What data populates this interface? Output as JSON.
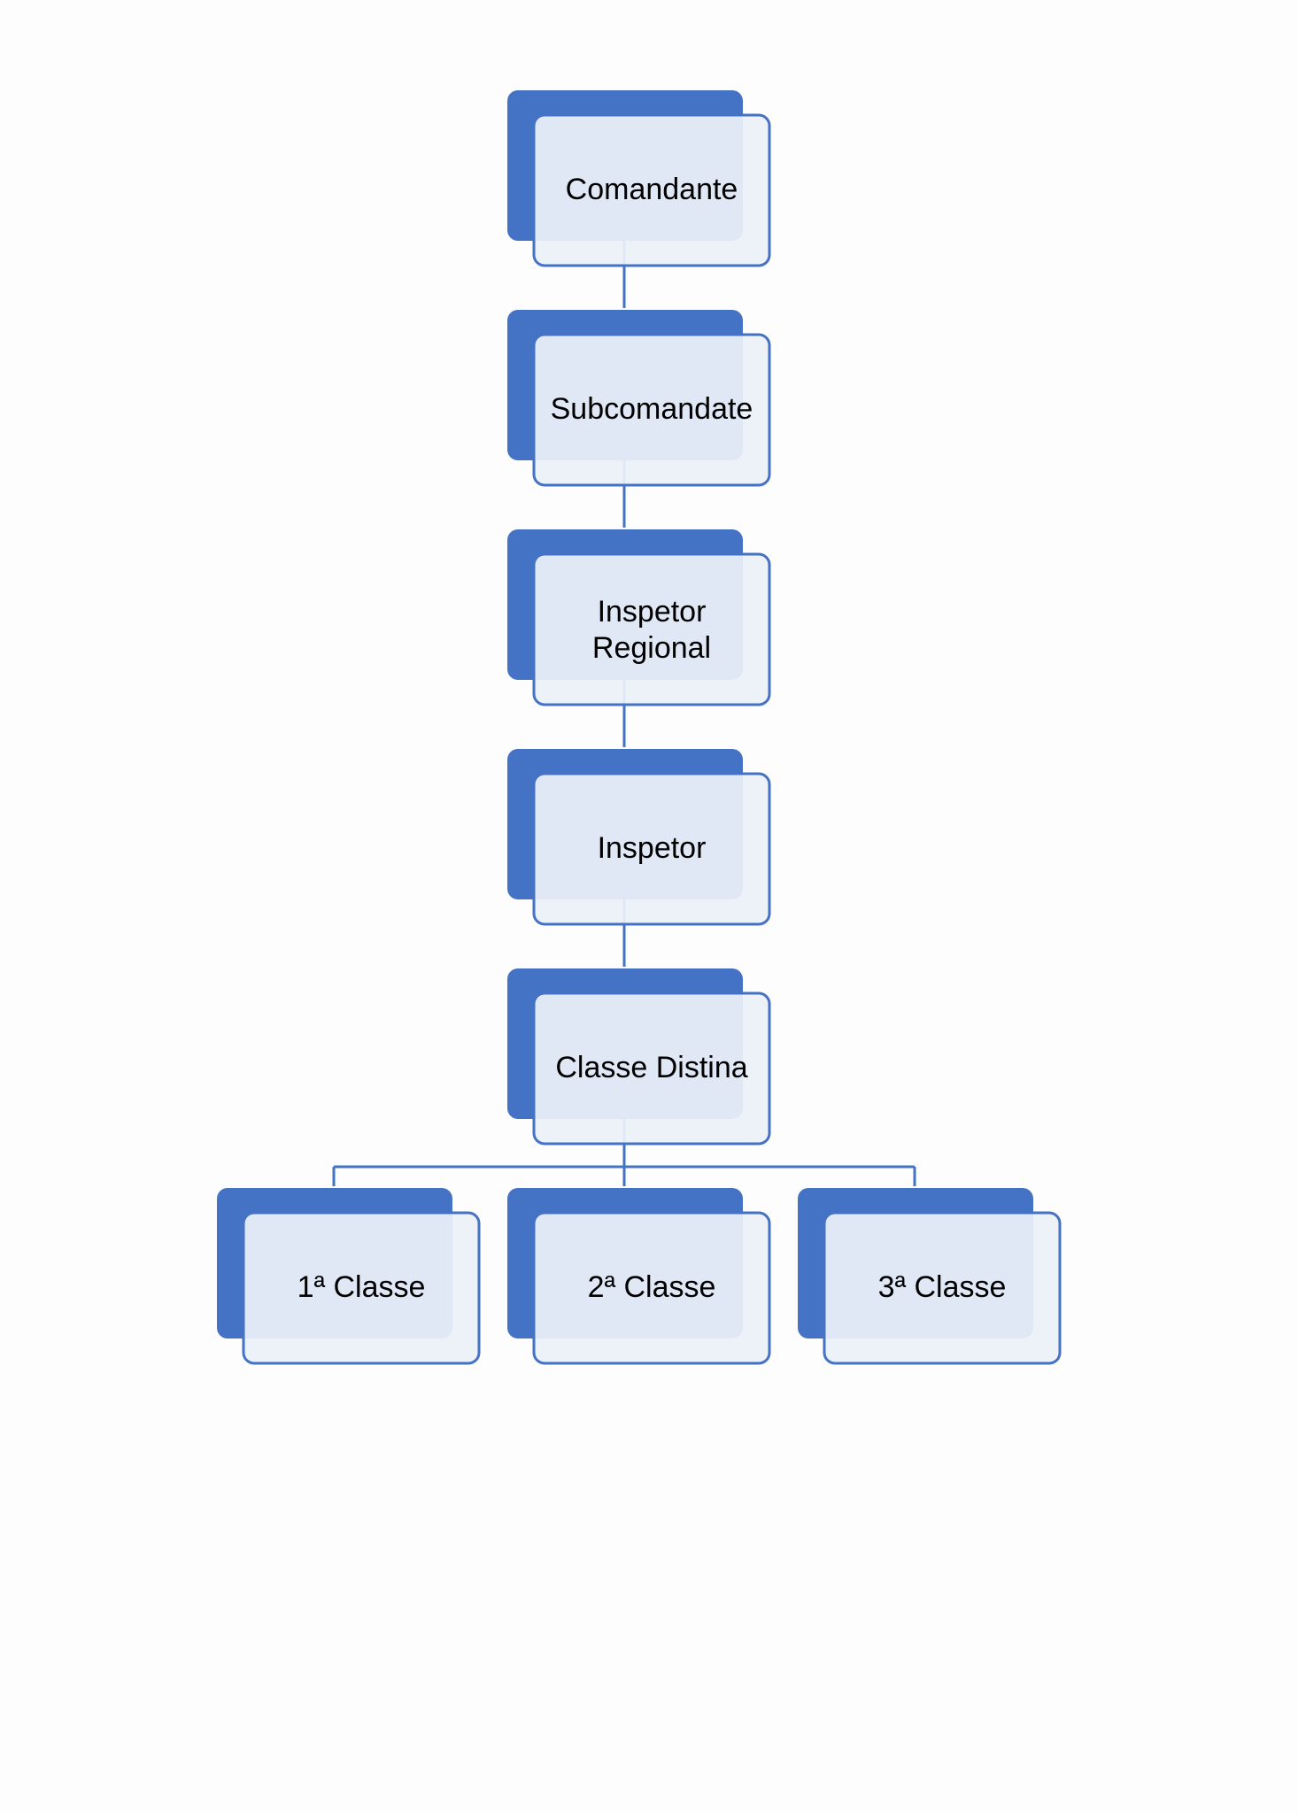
{
  "colors": {
    "accent": "#4472c4",
    "node_fill": "#ecf1f9",
    "text": "#000000",
    "background": "#fdfdfd"
  },
  "org_chart": {
    "chain": [
      {
        "lines": [
          "Comandante"
        ]
      },
      {
        "lines": [
          "Subcomandate"
        ]
      },
      {
        "lines": [
          "Inspetor",
          "Regional"
        ]
      },
      {
        "lines": [
          "Inspetor"
        ]
      },
      {
        "lines": [
          "Classe Distina"
        ]
      }
    ],
    "leaves": [
      {
        "lines": [
          "1ª Classe"
        ]
      },
      {
        "lines": [
          "2ª Classe"
        ]
      },
      {
        "lines": [
          "3ª Classe"
        ]
      }
    ]
  }
}
